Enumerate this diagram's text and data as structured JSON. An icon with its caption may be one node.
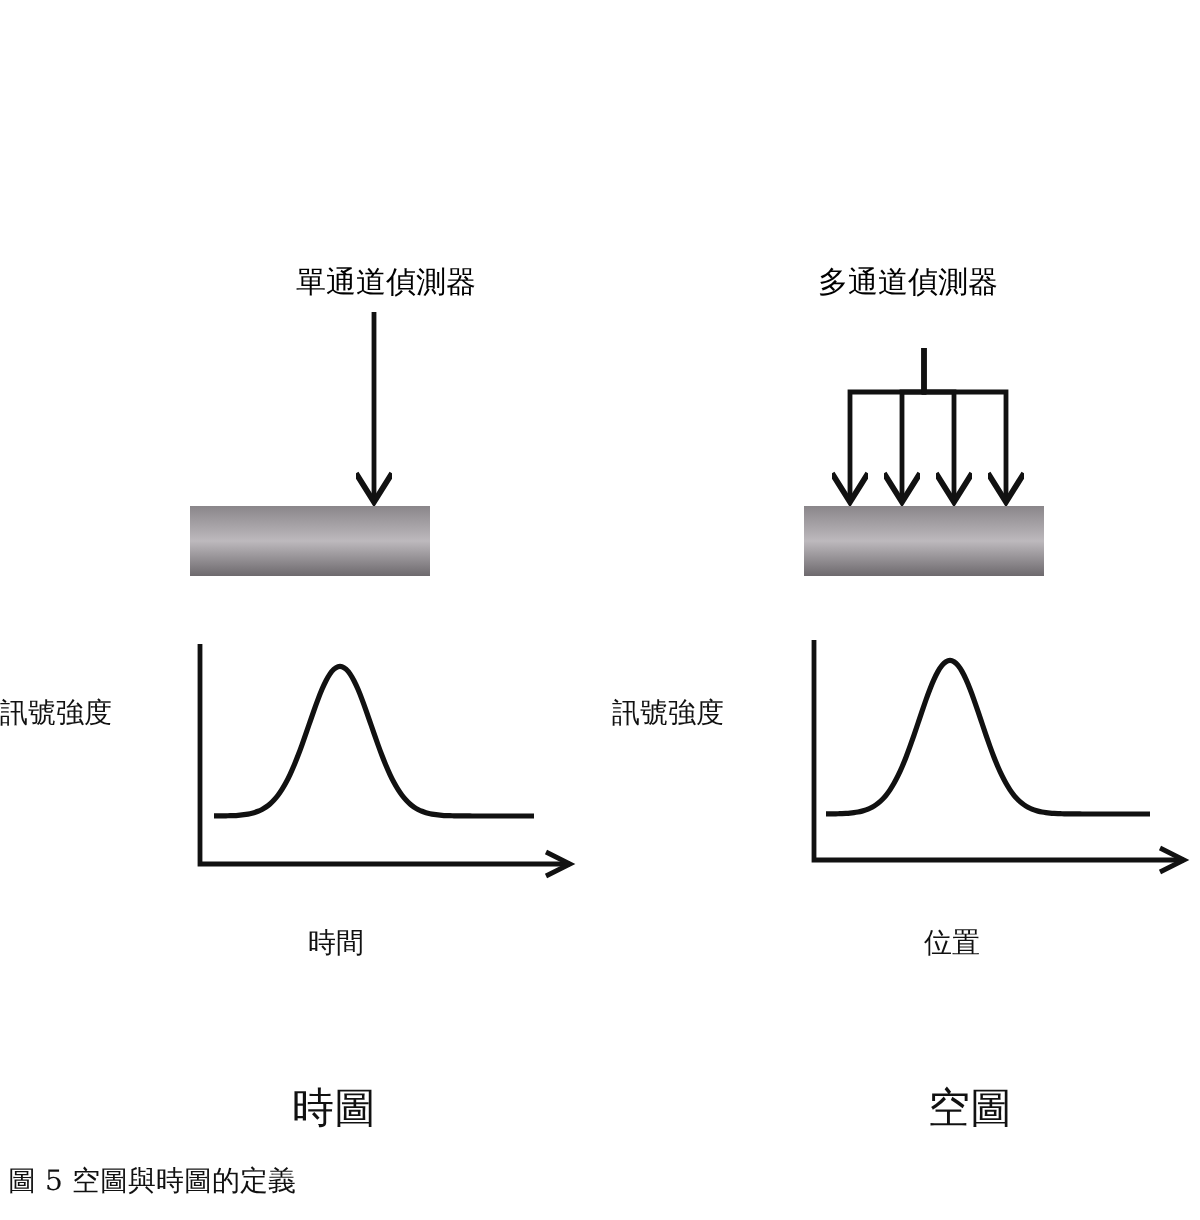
{
  "diagram": {
    "caption": "圖 5 空圖與時圖的定義",
    "nodes": [
      {
        "text": [
          "單通道偵測器"
        ]
      },
      {
        "text": [],
        "shape": "bar"
      },
      {
        "text": [
          "多通道偵測器"
        ]
      },
      {
        "text": [],
        "shape": "bar"
      }
    ],
    "edges": [
      {
        "from": 0,
        "to": 1,
        "arrow": "to"
      },
      {
        "from": 2,
        "to": 3,
        "arrow": "to"
      },
      {
        "from": 2,
        "to": 3,
        "arrow": "to"
      },
      {
        "from": 2,
        "to": 3,
        "arrow": "to"
      },
      {
        "from": 2,
        "to": 3,
        "arrow": "to"
      }
    ],
    "labels": [
      "訊號強度",
      "時間",
      "訊號強度",
      "位置",
      "時圖",
      "空圖"
    ]
  }
}
